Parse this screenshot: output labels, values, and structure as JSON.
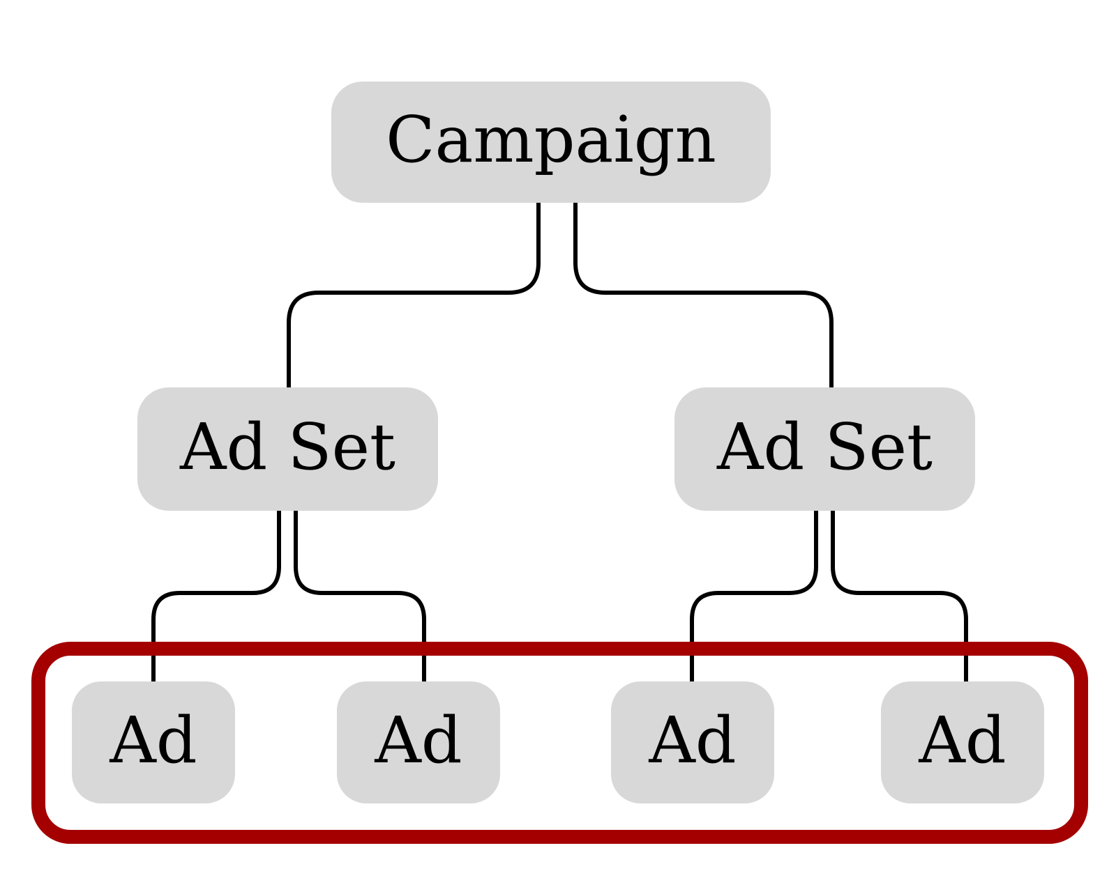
{
  "diagram": {
    "type": "hierarchy-tree",
    "nodes": {
      "campaign": {
        "label": "Campaign",
        "level": 1
      },
      "adset_left": {
        "label": "Ad Set",
        "level": 2
      },
      "adset_right": {
        "label": "Ad Set",
        "level": 2
      },
      "ad_1": {
        "label": "Ad",
        "level": 3
      },
      "ad_2": {
        "label": "Ad",
        "level": 3
      },
      "ad_3": {
        "label": "Ad",
        "level": 3
      },
      "ad_4": {
        "label": "Ad",
        "level": 3
      }
    },
    "edges": [
      {
        "from": "campaign",
        "to": "adset_left"
      },
      {
        "from": "campaign",
        "to": "adset_right"
      },
      {
        "from": "adset_left",
        "to": "ad_1"
      },
      {
        "from": "adset_left",
        "to": "ad_2"
      },
      {
        "from": "adset_right",
        "to": "ad_3"
      },
      {
        "from": "adset_right",
        "to": "ad_4"
      }
    ],
    "highlight": {
      "shape": "rounded-rectangle-outline",
      "encloses": [
        "ad_1",
        "ad_2",
        "ad_3",
        "ad_4"
      ]
    }
  },
  "colors": {
    "background": "#ffffff",
    "node_fill": "#d8d8d8",
    "edge": "#000000",
    "highlight_border": "#a40000",
    "text": "#000000"
  }
}
